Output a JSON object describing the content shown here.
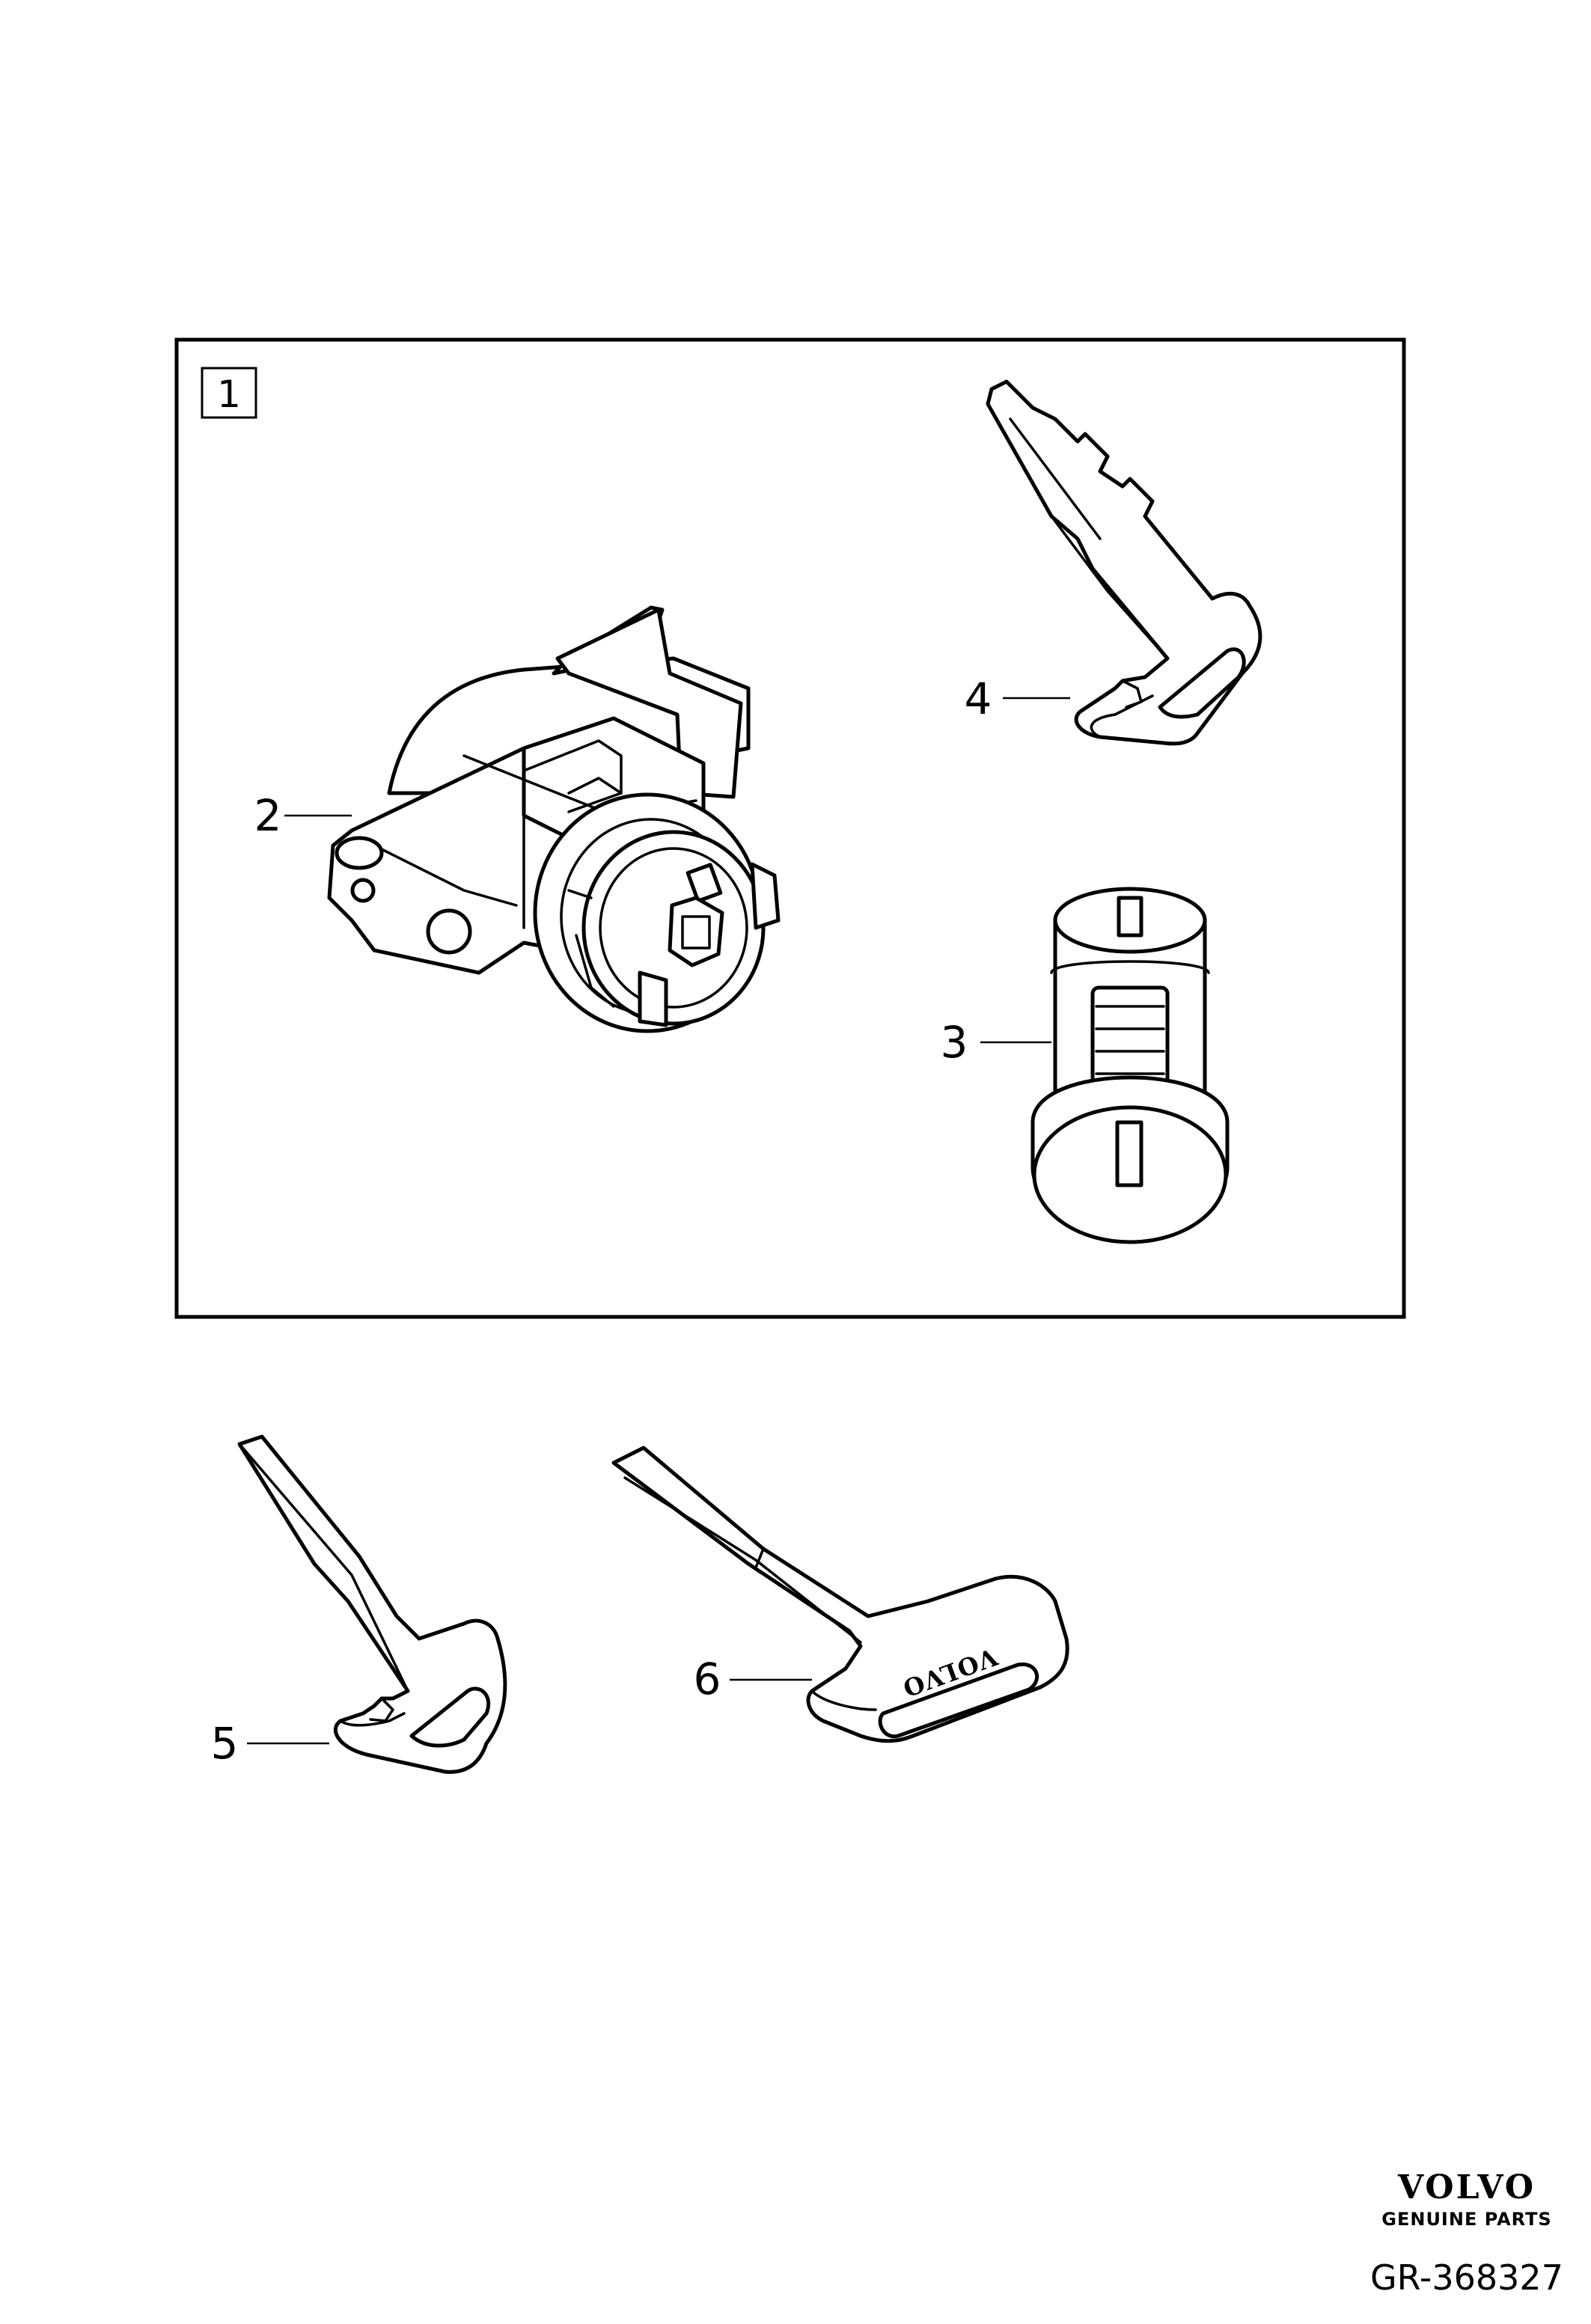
{
  "group_box": {
    "label": "1"
  },
  "callouts": [
    {
      "id": "lock-housing",
      "label": "2"
    },
    {
      "id": "lock-cylinder",
      "label": "3"
    },
    {
      "id": "key-blade-upper",
      "label": "4"
    },
    {
      "id": "key-blade-lower",
      "label": "5"
    },
    {
      "id": "key-blade-volvo",
      "label": "6"
    }
  ],
  "key_engraving": "VOLVO",
  "footer": {
    "brand": "VOLVO",
    "tagline": "GENUINE PARTS",
    "document_number": "GR-368327"
  }
}
